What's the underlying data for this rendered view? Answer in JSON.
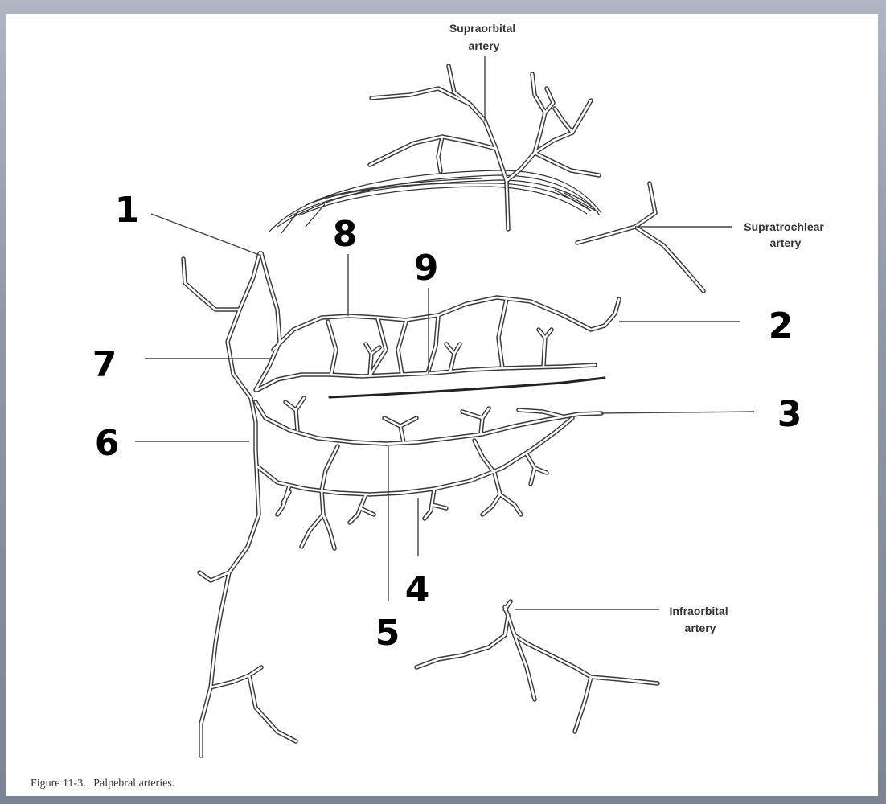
{
  "labels": {
    "supraorbital": [
      "Supraorbital",
      "artery"
    ],
    "supratrochlear": [
      "Supratrochlear",
      "artery"
    ],
    "infraorbital": [
      "Infraorbital",
      "artery"
    ]
  },
  "numbers": [
    "1",
    "2",
    "3",
    "4",
    "5",
    "6",
    "7",
    "8",
    "9"
  ],
  "caption": {
    "figure": "Figure 11-3.",
    "text": "Palpebral arteries."
  }
}
